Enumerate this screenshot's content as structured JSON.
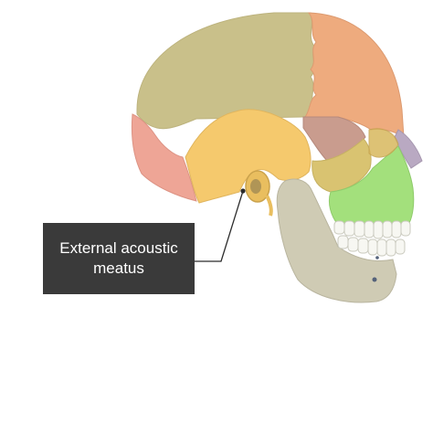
{
  "diagram": {
    "label": {
      "text": "External acoustic meatus",
      "box_color": "#3a3a3a",
      "text_color": "#ffffff",
      "leader_color": "#2b2b2b"
    },
    "skull_parts": [
      {
        "name": "parietal-bone",
        "color": "#c9c08a"
      },
      {
        "name": "frontal-bone",
        "color": "#eeab7e"
      },
      {
        "name": "occipital-bone",
        "color": "#eea596"
      },
      {
        "name": "temporal-bone",
        "color": "#f5c96d"
      },
      {
        "name": "sphenoid-bone",
        "color": "#c99c8e"
      },
      {
        "name": "zygomatic-bone",
        "color": "#d9c371"
      },
      {
        "name": "maxilla",
        "color": "#a3e07c"
      },
      {
        "name": "nasal-bone",
        "color": "#b9a9c2"
      },
      {
        "name": "mandible",
        "color": "#cfcbb4"
      },
      {
        "name": "teeth",
        "color": "#f7f7f2"
      }
    ]
  }
}
